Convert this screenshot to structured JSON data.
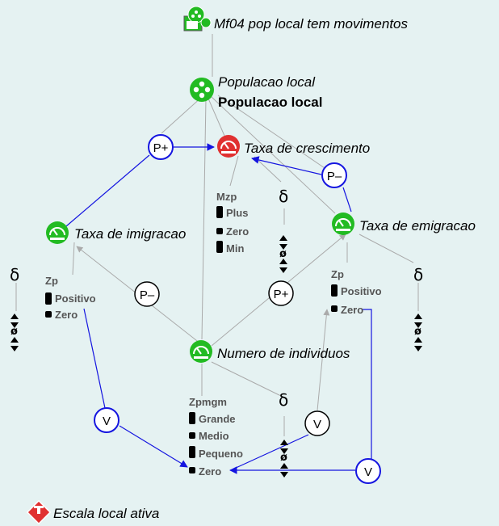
{
  "model_fragment": {
    "label": "Mf04 pop local tem movimentos",
    "icon": "model-fragment-icon"
  },
  "entity": {
    "label_italic": "Populacao local",
    "label_bold": "Populacao local",
    "icon": "entity-icon"
  },
  "quantities": {
    "taxa_crescimento": {
      "label": "Taxa de crescimento",
      "color": "#e03030"
    },
    "taxa_imigracao": {
      "label": "Taxa de imigracao",
      "color": "#22bb22"
    },
    "taxa_emigracao": {
      "label": "Taxa de emigracao",
      "color": "#22bb22"
    },
    "numero_individuos": {
      "label": "Numero de individuos",
      "color": "#22bb22"
    }
  },
  "quantity_spaces": {
    "mzp": {
      "title": "Mzp",
      "values": [
        "Plus",
        "Zero",
        "Min"
      ]
    },
    "zp_imigracao": {
      "title": "Zp",
      "values": [
        "Positivo",
        "Zero"
      ]
    },
    "zp_emigracao": {
      "title": "Zp",
      "values": [
        "Positivo",
        "Zero"
      ]
    },
    "zpmgm": {
      "title": "Zpmgm",
      "values": [
        "Grande",
        "Medio",
        "Pequeno",
        "Zero"
      ]
    }
  },
  "relations": {
    "p_plus_top": "P+",
    "p_minus_right": "P–",
    "p_minus_left": "P–",
    "p_plus_mid": "P+",
    "v_left": "V",
    "v_mid": "V",
    "v_right": "V"
  },
  "derivative": {
    "delta": "δ",
    "zero": "ø"
  },
  "assumption": {
    "label": "Escala local ativa",
    "icon": "assumption-icon"
  },
  "colors": {
    "background": "#e5f2f2",
    "relation_blue": "#1515e0",
    "structure_gray": "#aaaaaa",
    "entity_green": "#22bb22",
    "rate_red": "#e03030",
    "assumption_red": "#e03030"
  }
}
